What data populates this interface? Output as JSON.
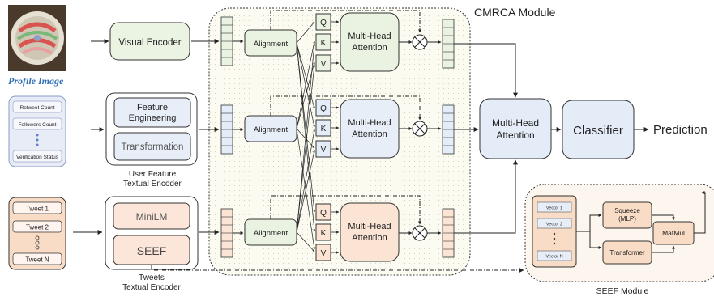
{
  "diagram": {
    "profile_caption": "Profile Image",
    "visual_encoder": "Visual Encoder",
    "user_features": {
      "items": [
        "Retweet Count",
        "Followers Count",
        "Verification Status"
      ]
    },
    "user_encoder": {
      "feature_engineering": "Feature Engineering",
      "transformation": "Transformation",
      "caption_line1": "User Feature",
      "caption_line2": "Textual  Encoder"
    },
    "tweets": {
      "items": [
        "Tweet 1",
        "Tweet 2",
        "Tweet N"
      ]
    },
    "tweets_encoder": {
      "minilm": "MiniLM",
      "seef": "SEEF",
      "caption_line1": "Tweets",
      "caption_line2": "Textual  Encoder"
    },
    "cmrca": {
      "title": "CMRCA Module",
      "alignment": "Alignment",
      "q": "Q",
      "k": "K",
      "v": "V",
      "mha": "Multi-Head Attention"
    },
    "fusion_attention": "Multi-Head Attention",
    "classifier": "Classifier",
    "prediction": "Prediction",
    "seef_module": {
      "title": "SEEF Module",
      "vectors": [
        "Vector 1",
        "Vector 2",
        "Vector N"
      ],
      "squeeze_line1": "Squeeze",
      "squeeze_line2": "(MLP)",
      "transformer": "Transformer",
      "matmul": "MatMul"
    }
  }
}
